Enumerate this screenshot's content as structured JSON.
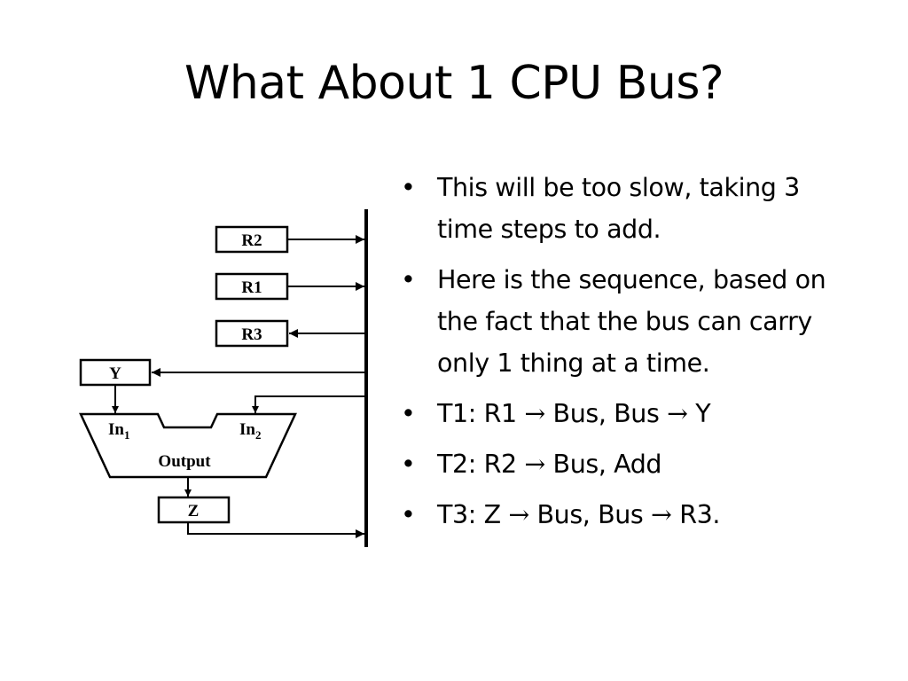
{
  "slide": {
    "title": "What About 1 CPU Bus?"
  },
  "diagram": {
    "registers": {
      "r2": "R2",
      "r1": "R1",
      "r3": "R3",
      "y": "Y",
      "z": "Z"
    },
    "alu": {
      "in1_main": "In",
      "in1_sub": "1",
      "in2_main": "In",
      "in2_sub": "2",
      "output": "Output"
    }
  },
  "bullets": [
    {
      "text": "This will be too slow, taking 3 time steps to add."
    },
    {
      "text": "Here is the sequence, based on the fact that the bus can carry only 1 thing at a time."
    },
    {
      "p1": "T1: R1 ",
      "a1": "→",
      "p2": " Bus, Bus ",
      "a2": "→",
      "p3": " Y"
    },
    {
      "p1": "T2: R2 ",
      "a1": "→",
      "p2": " Bus, Add"
    },
    {
      "p1": "T3: Z ",
      "a1": "→",
      "p2": " Bus, Bus ",
      "a2": "→",
      "p3": " R3."
    }
  ]
}
